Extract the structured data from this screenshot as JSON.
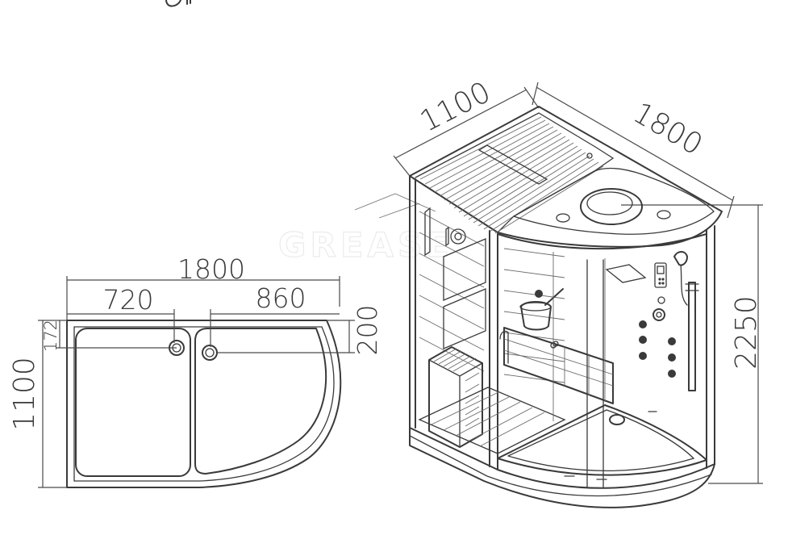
{
  "plan_view": {
    "width_total": "1800",
    "width_left": "720",
    "width_right": "860",
    "depth": "1100",
    "drain_offset_left": "172",
    "drain_offset_right": "200"
  },
  "perspective_view": {
    "depth": "1100",
    "width": "1800",
    "height": "2250"
  },
  "watermark": "GREASE",
  "colors": {
    "line": "#3a3a3a",
    "background": "#ffffff",
    "watermark": "#e9e9e9"
  }
}
